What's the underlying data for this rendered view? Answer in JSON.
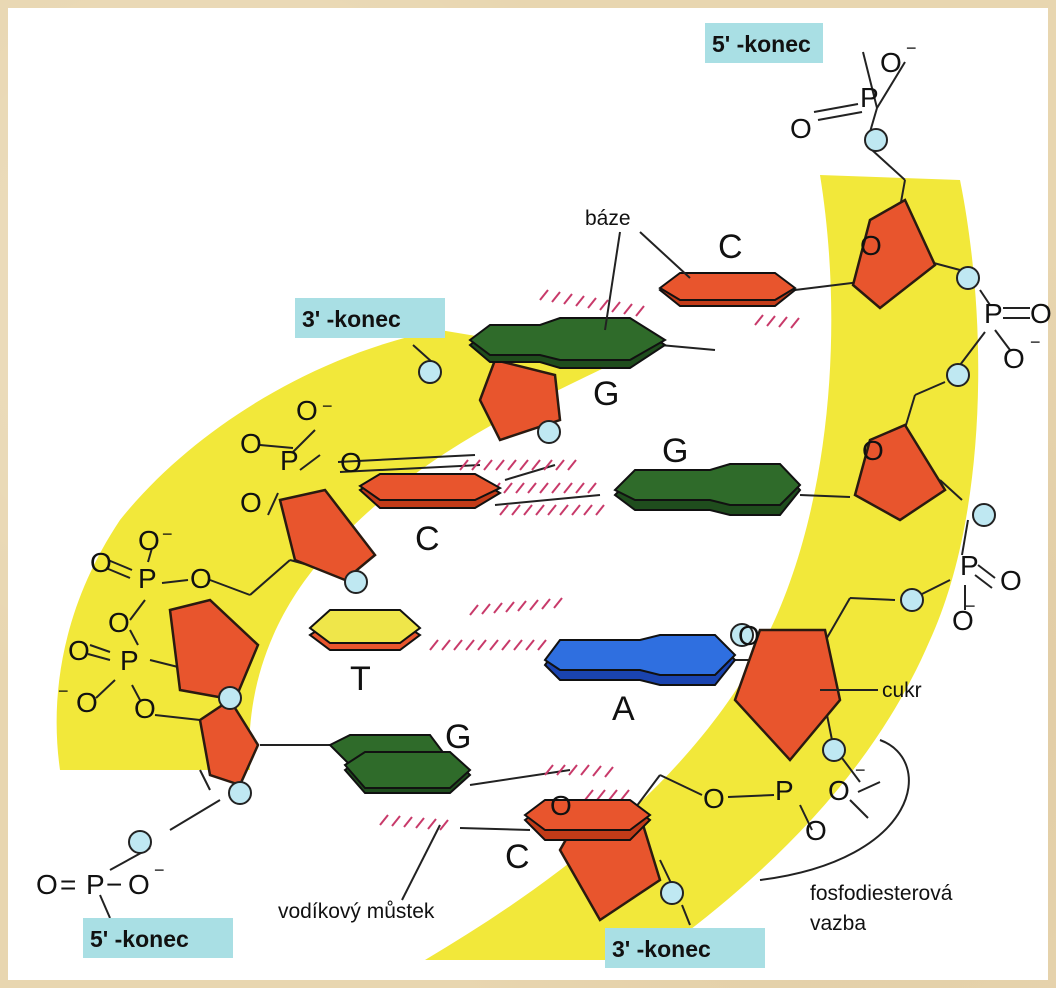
{
  "labels": {
    "five_prime_top": "5' -konec",
    "three_prime_left": "3' -konec",
    "five_prime_bottom": "5' -konec",
    "three_prime_bottom": "3' -konec",
    "baze": "báze",
    "cukr": "cukr",
    "vodikovy": "vodíkový můstek",
    "fosfo1": "fosfodiesterová",
    "fosfo2": "vazba"
  },
  "bases": {
    "b1": "C",
    "b2": "G",
    "b3": "G",
    "b4": "C",
    "b5": "T",
    "b6": "A",
    "b7": "G",
    "b8": "C"
  },
  "atoms": {
    "O": "O",
    "P": "P",
    "minus": "−",
    "eq": "="
  },
  "colors": {
    "backbone": "#f2e83a",
    "sugar": "#e8552d",
    "cytosine": "#e8552d",
    "guanine": "#2f6b2a",
    "thymine": "#efe64a",
    "adenine": "#2f6fe0",
    "hbond": "#c83a6a",
    "label_box": "#a9dfe4",
    "oxygen": "#bfe8f2"
  }
}
